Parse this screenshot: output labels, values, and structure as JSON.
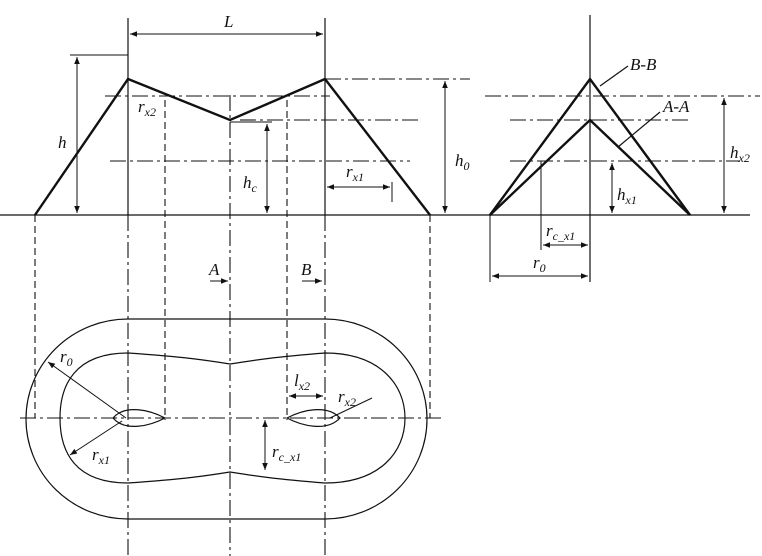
{
  "labels": {
    "L": "L",
    "h": "h",
    "rx2": "r",
    "rx2_sub": "x2",
    "hc": "h",
    "hc_sub": "c",
    "rx1": "r",
    "rx1_sub": "x1",
    "h0": "h",
    "h0_sub": "0",
    "BB": "B-B",
    "AA": "A-A",
    "hx2": "h",
    "hx2_sub": "x2",
    "hx1": "h",
    "hx1_sub": "x1",
    "rcx1": "r",
    "rcx1_sub": "c_x1",
    "r0": "r",
    "r0_sub": "0",
    "A": "A",
    "B": "B",
    "plan_r0": "r",
    "plan_r0_sub": "0",
    "plan_lx2": "l",
    "plan_lx2_sub": "x2",
    "plan_rx2": "r",
    "plan_rx2_sub": "x2",
    "plan_rx1": "r",
    "plan_rx1_sub": "x1",
    "plan_rcx1": "r",
    "plan_rcx1_sub": "c_x1"
  }
}
